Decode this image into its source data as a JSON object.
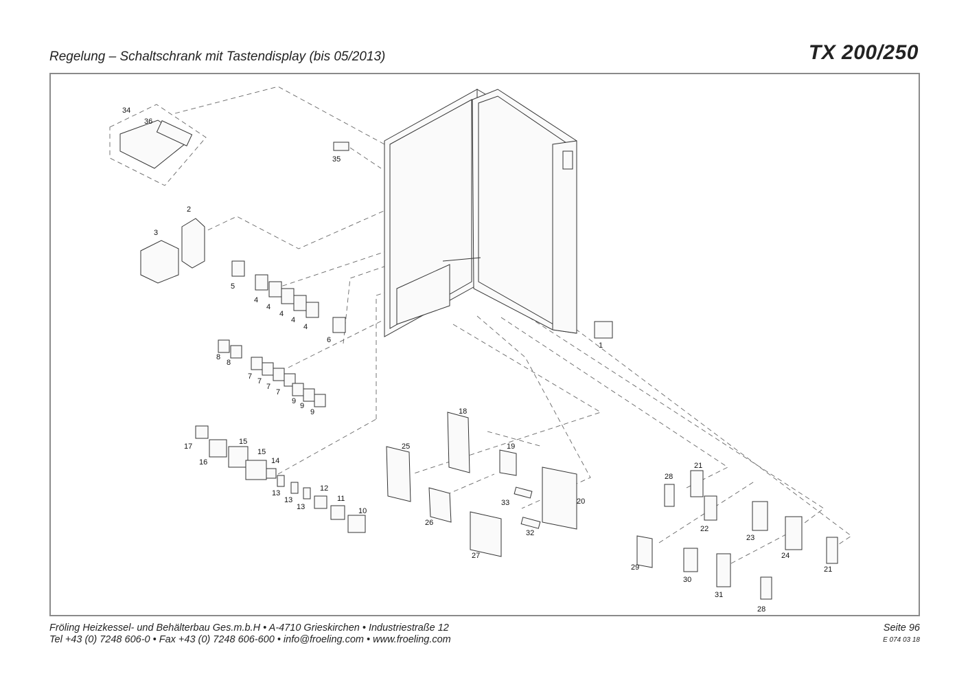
{
  "header": {
    "title": "Regelung – Schaltschrank mit Tastendisplay (bis 05/2013)",
    "model": "TX 200/250"
  },
  "diagram": {
    "callouts": [
      "1",
      "2",
      "3",
      "4",
      "5",
      "6",
      "7",
      "8",
      "9",
      "10",
      "11",
      "12",
      "13",
      "14",
      "15",
      "16",
      "17",
      "18",
      "19",
      "20",
      "21",
      "22",
      "23",
      "24",
      "25",
      "26",
      "27",
      "28",
      "29",
      "30",
      "31",
      "32",
      "33",
      "34",
      "35",
      "36"
    ]
  },
  "footer": {
    "line1": "Fröling Heizkessel- und Behälterbau Ges.m.b.H   •  A-4710 Grieskirchen   •   Industriestraße 12",
    "line2": "Tel +43 (0) 7248 606-0   •   Fax +43 (0) 7248 606-600   •   info@froeling.com   •   www.froeling.com",
    "page": "Seite 96",
    "code": "E 074 03 18"
  }
}
